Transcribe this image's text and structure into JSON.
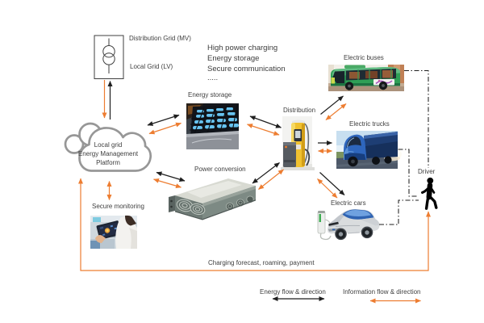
{
  "colors": {
    "background": "#ffffff",
    "energy_flow": "#1f1f1f",
    "information_flow": "#ED7D31",
    "cloud_outline": "#979797",
    "text": "#404040",
    "driver_icon": "#000000"
  },
  "grid_node": {
    "top_label": "Distribution Grid (MV)",
    "bottom_label": "Local Grid (LV)"
  },
  "features_note": {
    "lines": [
      "High power charging",
      "Energy storage",
      "Secure communication",
      "....."
    ]
  },
  "cloud": {
    "line1": "Local grid",
    "line2": "Energy Management",
    "line3": "Platform"
  },
  "nodes": {
    "energy_storage": {
      "label": "Energy storage"
    },
    "distribution": {
      "label": "Distribution"
    },
    "power_conversion": {
      "label": "Power conversion"
    },
    "secure_monitoring": {
      "label": "Secure monitoring"
    },
    "electric_buses": {
      "label": "Electric buses"
    },
    "electric_trucks": {
      "label": "Electric trucks"
    },
    "electric_cars": {
      "label": "Electric cars"
    },
    "driver": {
      "label": "Driver"
    }
  },
  "bottom_flow": {
    "label": "Charging forecast, roaming, payment"
  },
  "legend": {
    "energy_label": "Energy flow & direction",
    "information_label": "Information flow & direction"
  }
}
